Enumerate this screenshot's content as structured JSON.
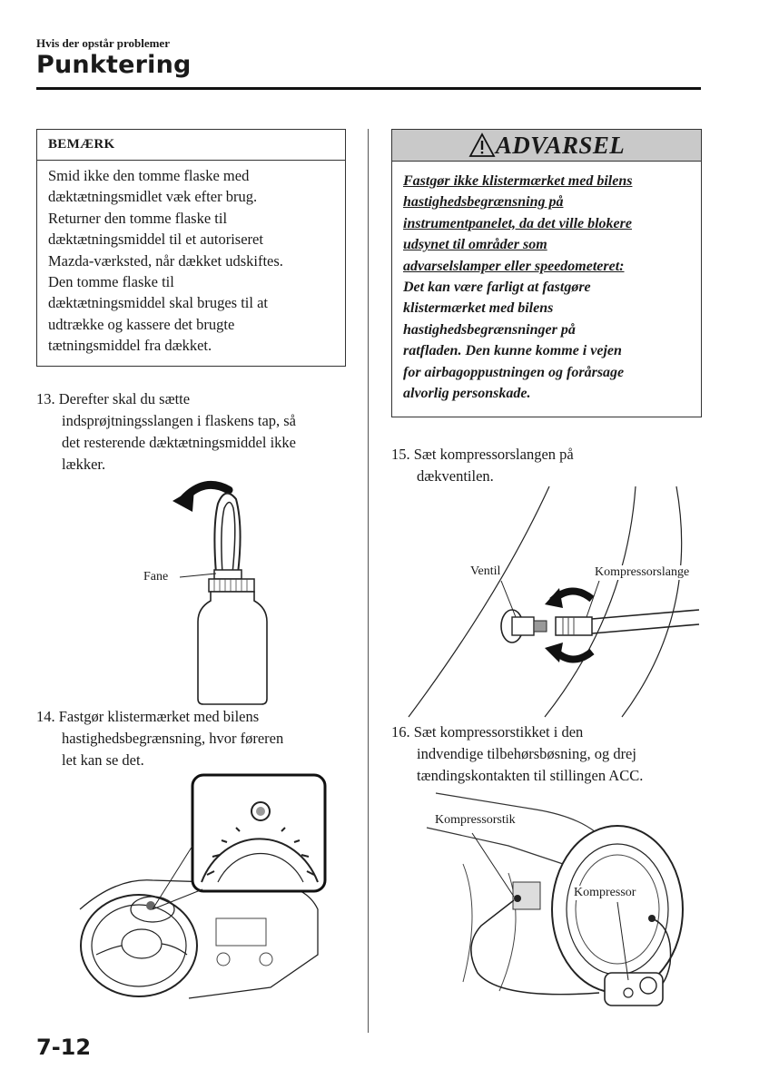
{
  "header": {
    "section": "Hvis der opstår problemer",
    "title": "Punktering"
  },
  "note": {
    "heading": "BEMÆRK",
    "lines": [
      "Smid ikke den tomme flaske med",
      "dæktætningsmidlet væk efter brug.",
      "Returner den tomme flaske til",
      "dæktætningsmiddel til et autoriseret",
      "Mazda-værksted, når dækket udskiftes.",
      "Den tomme flaske til",
      "dæktætningsmiddel skal bruges til at",
      "udtrække og kassere det brugte",
      "tætningsmiddel fra dækket."
    ]
  },
  "warning": {
    "heading": "ADVARSEL",
    "underlined_lines": [
      "Fastgør ikke klistermærket med bilens",
      "hastighedsbegrænsning på",
      "instrumentpanelet, da det ville blokere",
      "udsynet til områder som",
      "advarselslamper eller speedometeret:"
    ],
    "lines": [
      "Det kan være farligt at fastgøre",
      "klistermærket med bilens",
      "hastighedsbegrænsninger på",
      "ratfladen. Den kunne komme i vejen",
      "for airbagoppustningen og forårsage",
      "alvorlig personskade."
    ]
  },
  "steps": {
    "s13": [
      "13. Derefter skal du sætte",
      "indsprøjtningsslangen i flaskens tap, så",
      "det resterende dæktætningsmiddel ikke",
      "lækker."
    ],
    "s14": [
      "14. Fastgør klistermærket med bilens",
      "hastighedsbegrænsning, hvor føreren",
      "let kan se det."
    ],
    "s15": [
      "15. Sæt kompressorslangen på",
      "dækventilen."
    ],
    "s16": [
      "16. Sæt kompressorstikket i den",
      "indvendige tilbehørsbøsning, og drej",
      "tændingskontakten til stillingen ACC."
    ]
  },
  "labels": {
    "fane": "Fane",
    "ventil": "Ventil",
    "kompressorslange": "Kompressorslange",
    "kompressorstik": "Kompressorstik",
    "kompressor": "Kompressor"
  },
  "page_number": "7-12"
}
